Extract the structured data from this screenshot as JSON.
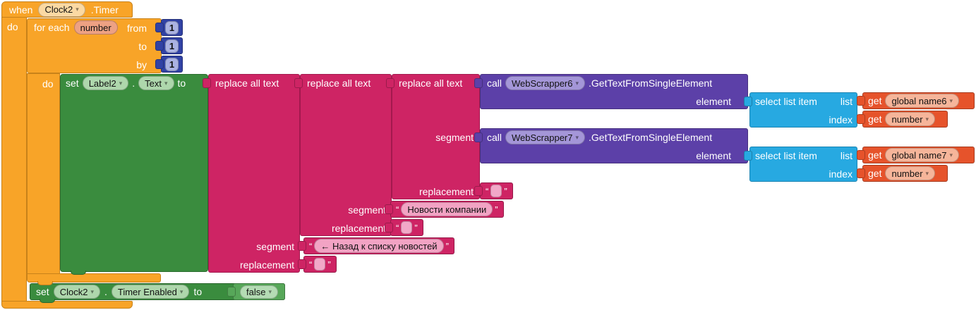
{
  "palette": {
    "orange": "#F8A428",
    "green": "#3A8C3E",
    "light_green": "#57A759",
    "magenta": "#CE2464",
    "purple": "#5C40A8",
    "blue": "#27A9E1",
    "variable_orange": "#E6532B",
    "math_blue": "#3142A5"
  },
  "ui": {
    "dropdown_arrow": "▾",
    "quote_open": "“",
    "quote_close": "”"
  },
  "when_block": {
    "keyword": "when",
    "component": "Clock2",
    "event": ".Timer",
    "do_label": "do"
  },
  "foreach_block": {
    "label": "for each",
    "variable": "number",
    "from_label": "from",
    "to_label": "to",
    "by_label": "by",
    "from_value": "1",
    "to_value": "1",
    "by_value": "1",
    "do_label": "do"
  },
  "set_label_block": {
    "keyword": "set",
    "component": "Label2",
    "dot": ".",
    "property": "Text",
    "to_label": "to"
  },
  "replace_block": {
    "label": "replace all text",
    "segment_label": "segment",
    "replacement_label": "replacement"
  },
  "call6_block": {
    "keyword": "call",
    "component": "WebScrapper6",
    "method": ".GetTextFromSingleElement",
    "param_label": "element"
  },
  "call7_block": {
    "keyword": "call",
    "component": "WebScrapper7",
    "method": ".GetTextFromSingleElement",
    "param_label": "element"
  },
  "select_block": {
    "label": "select list item",
    "list_label": "list",
    "index_label": "index"
  },
  "get_blocks": {
    "keyword": "get",
    "global_name6": "global name6",
    "global_name7": "global name7",
    "number": "number"
  },
  "string_blocks": {
    "news": "Новости компании",
    "back": "← Назад к списку новостей"
  },
  "set_clock_block": {
    "keyword": "set",
    "component": "Clock2",
    "dot": ".",
    "property": "Timer Enabled",
    "to_label": "to",
    "value": "false"
  }
}
